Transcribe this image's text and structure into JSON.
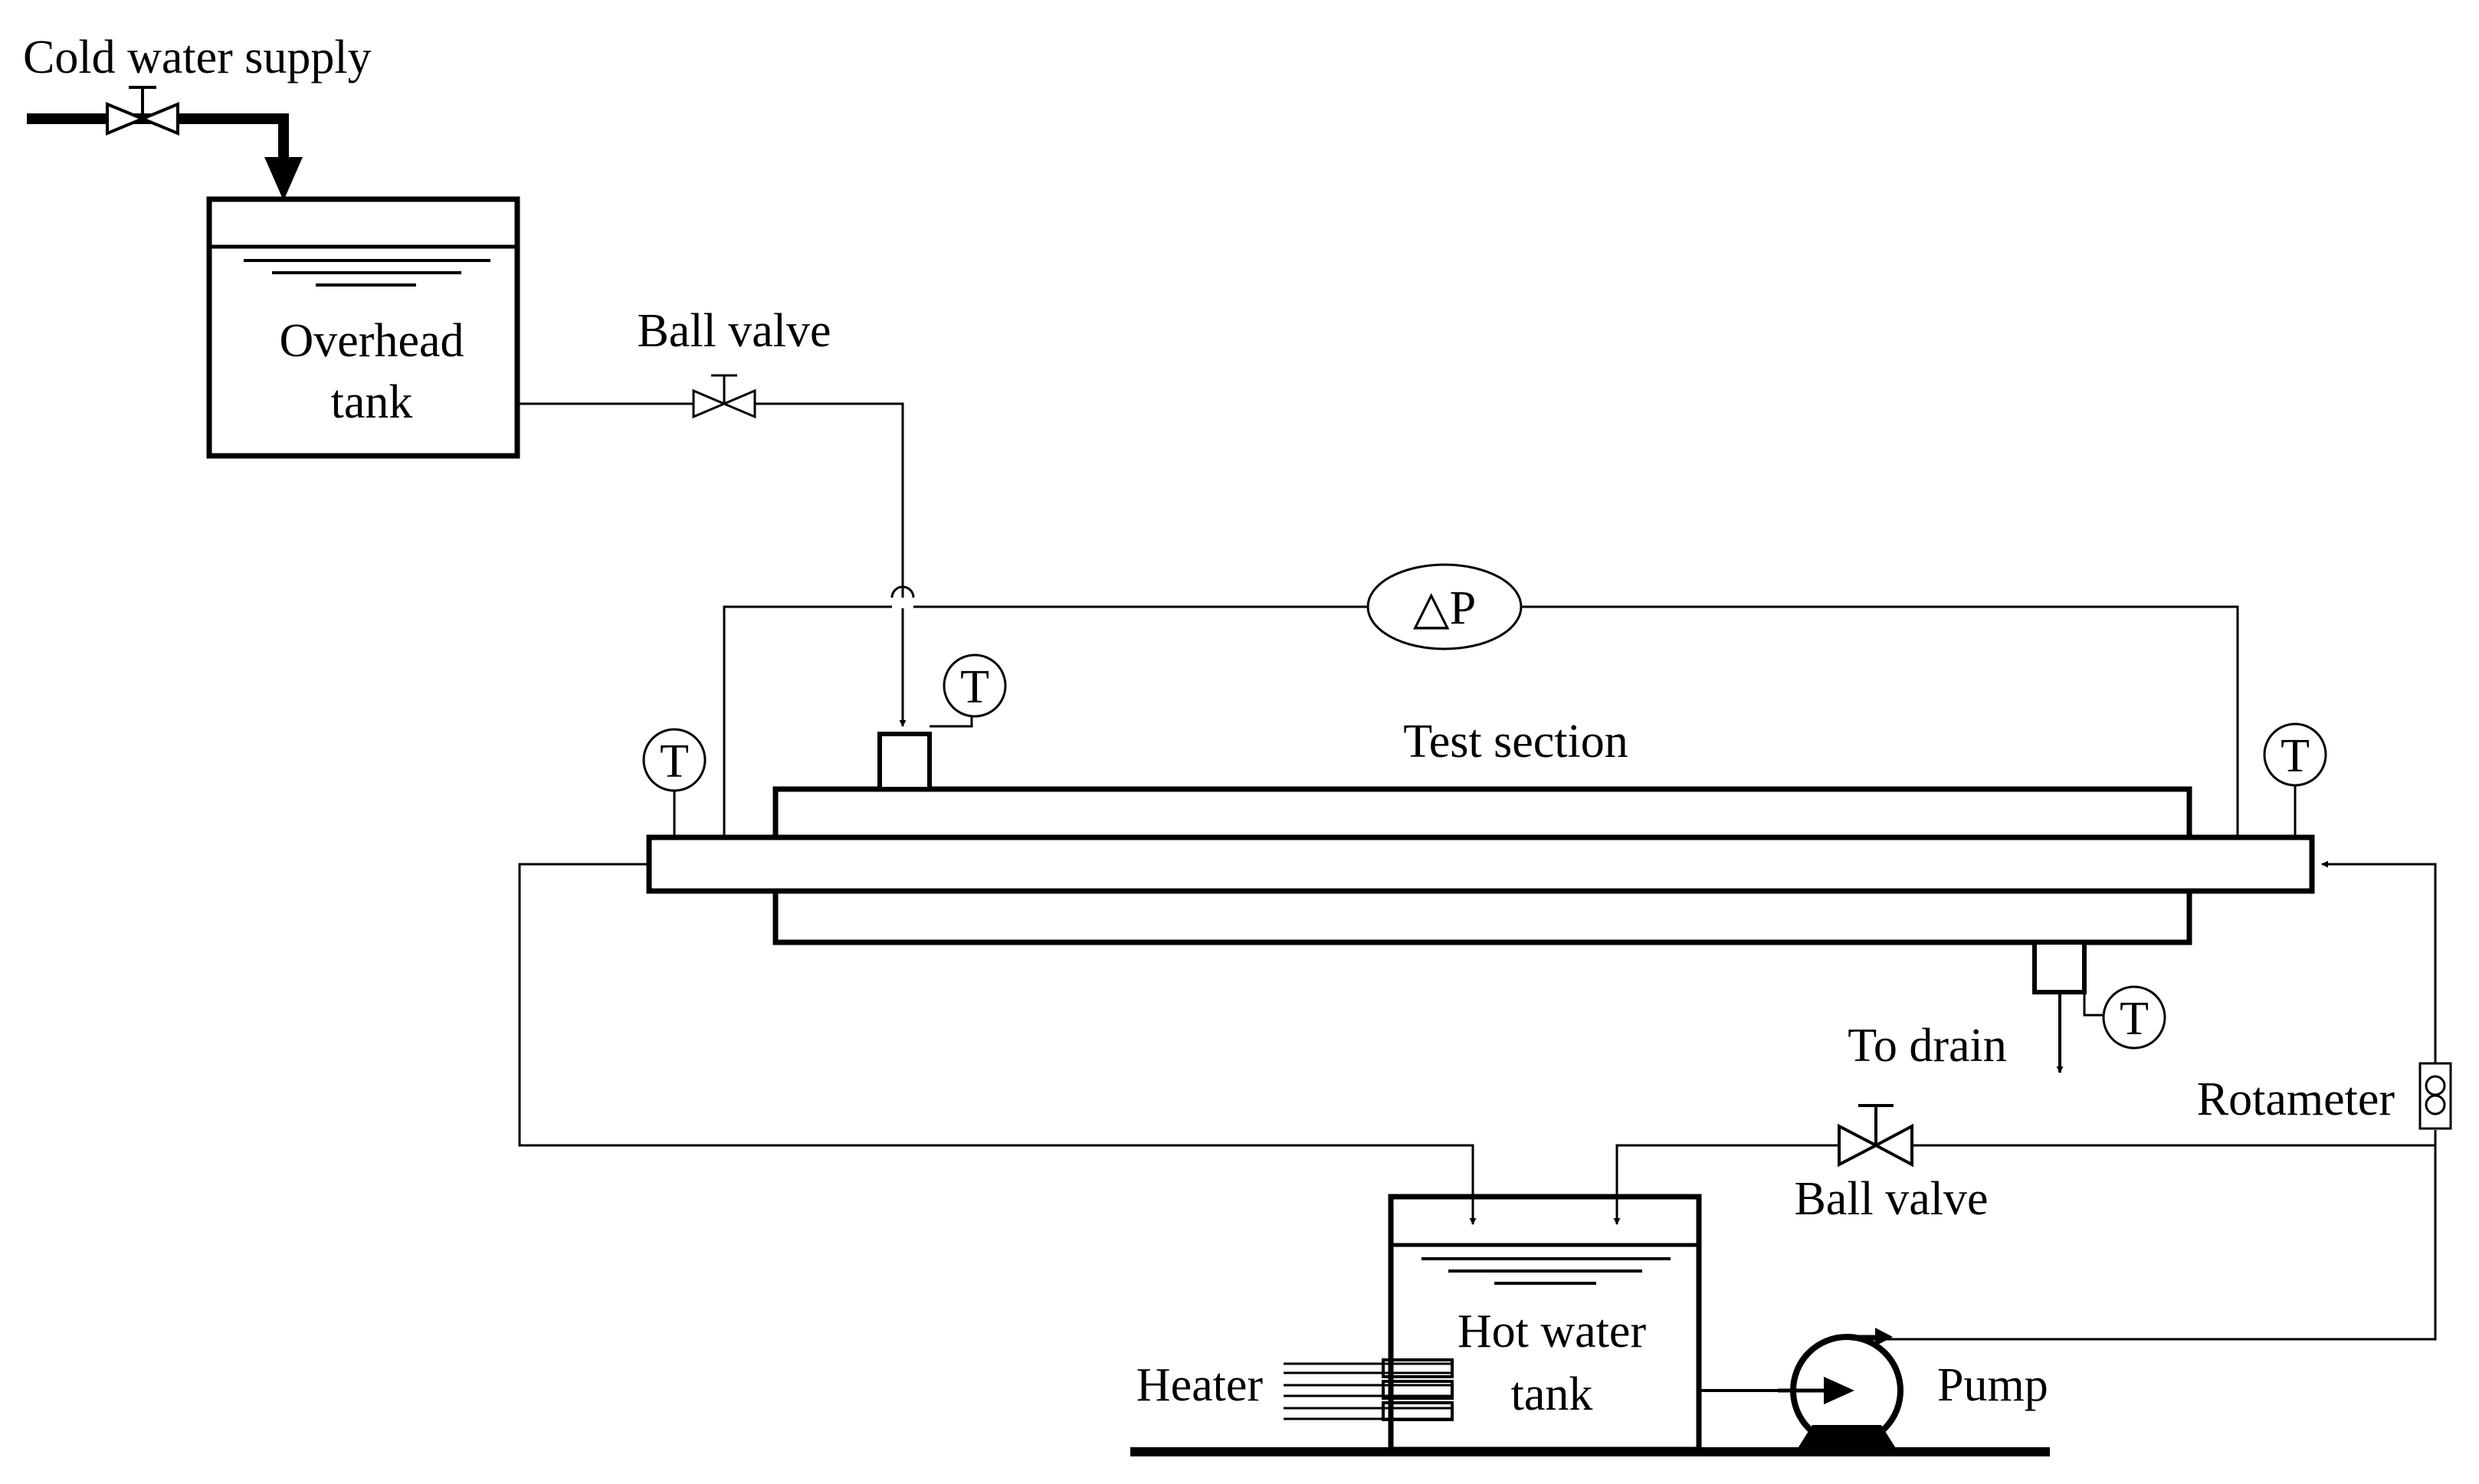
{
  "labels": {
    "cold_water_supply": "Cold water supply",
    "overhead_tank_line1": "Overhead",
    "overhead_tank_line2": "tank",
    "ball_valve_top": "Ball valve",
    "delta_p": "△P",
    "test_section": "Test section",
    "to_drain": "To drain",
    "rotameter": "Rotameter",
    "ball_valve_bottom": "Ball valve",
    "hot_water_tank_line1": "Hot water",
    "hot_water_tank_line2": "tank",
    "heater": "Heater",
    "pump": "Pump"
  },
  "thermometers": {
    "symbol": "T"
  },
  "colors": {
    "line": "#000000",
    "background": "#ffffff"
  }
}
